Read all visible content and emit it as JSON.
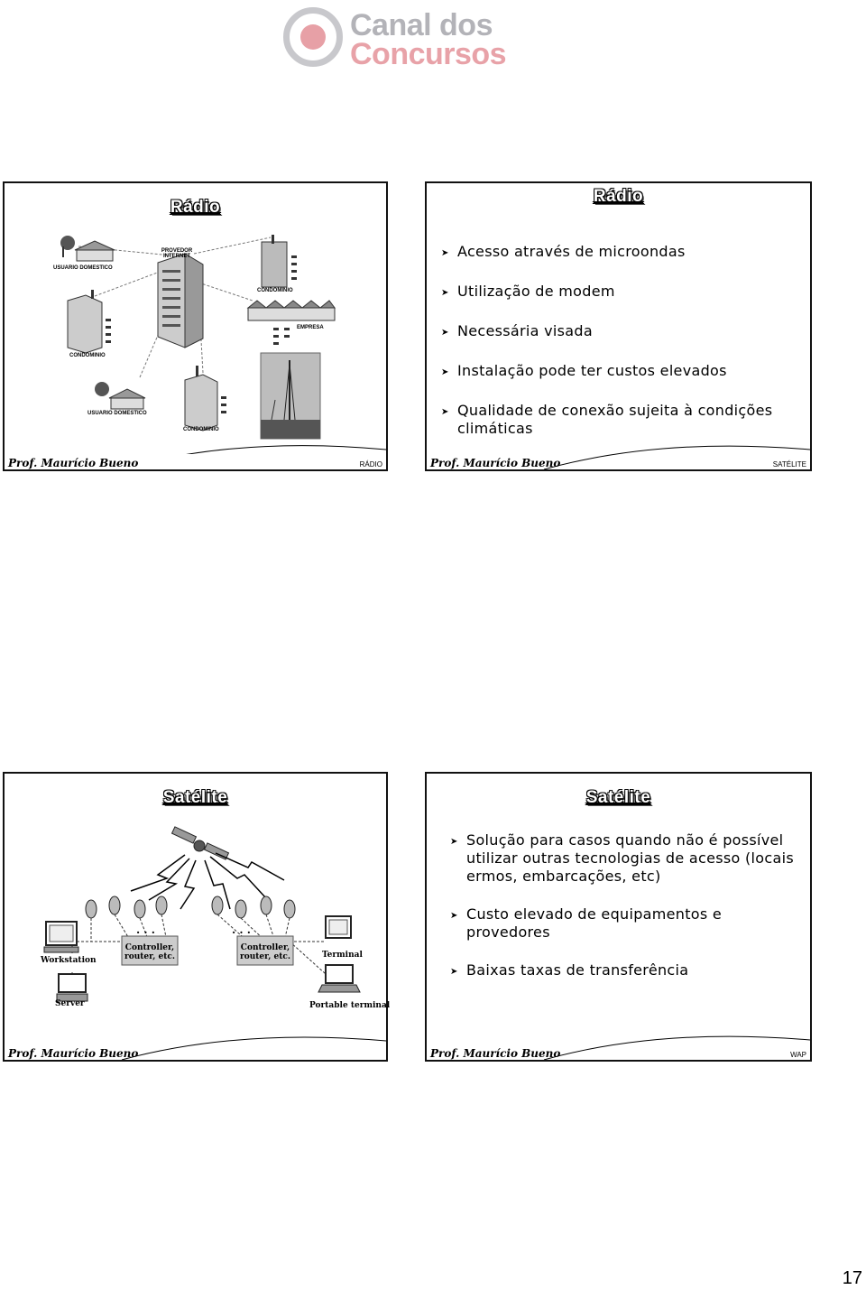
{
  "logo": {
    "line1": "Canal dos",
    "line2": "Concursos"
  },
  "slides": [
    {
      "title": "Rádio",
      "author": "Prof. Maurício Bueno",
      "footer_label": "RÁDIO",
      "diagram_labels": {
        "usuario1": "USUARIO DOMESTICO",
        "provedor": "PROVEDOR INTERNET",
        "condominio1": "CONDOMINIO",
        "condominio2": "CONDOMINIO",
        "empresa": "EMPRESA",
        "usuario2": "USUARIO DOMESTICO",
        "condominio3": "CONDOMINIO"
      }
    },
    {
      "title": "Rádio",
      "author": "Prof. Maurício Bueno",
      "footer_label": "SATÉLITE",
      "bullets": [
        "Acesso através de microondas",
        "Utilização de modem",
        "Necessária visada",
        "Instalação pode ter custos elevados",
        "Qualidade de conexão sujeita à condições climáticas"
      ]
    },
    {
      "title": "Satélite",
      "author": "Prof. Maurício Bueno",
      "footer_label": "",
      "diagram_labels": {
        "workstation": "Workstation",
        "server": "Server",
        "controller1": "Controller, router, etc.",
        "controller2": "Controller, router, etc.",
        "terminal": "Terminal",
        "portable": "Portable terminal",
        "dots1": ". . .",
        "dots2": ". . ."
      }
    },
    {
      "title": "Satélite",
      "author": "Prof. Maurício Bueno",
      "footer_label": "WAP",
      "bullets": [
        "Solução para casos quando não é possível utilizar outras tecnologias de acesso (locais ermos, embarcações, etc)",
        "Custo elevado de equipamentos e provedores",
        "Baixas taxas de transferência"
      ]
    }
  ],
  "page_number": "17"
}
